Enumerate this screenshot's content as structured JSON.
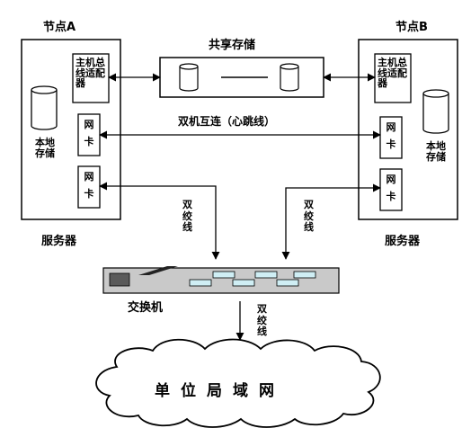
{
  "node_a": {
    "title": "节点A",
    "hba": "主机总线适配器",
    "local_storage": "本地存储",
    "nic1": "网卡",
    "nic2": "网卡",
    "server_label": "服务器"
  },
  "node_b": {
    "title": "节点B",
    "hba": "主机总线适配器",
    "local_storage": "本地存储",
    "nic1": "网卡",
    "nic2": "网卡",
    "server_label": "服务器"
  },
  "shared_storage": {
    "title": "共享存储"
  },
  "heartbeat": {
    "label": "双机互连（心跳线）"
  },
  "cables": {
    "left_twisted_pair": "双绞线",
    "right_twisted_pair": "双绞线",
    "switch_to_lan": "双绞线"
  },
  "switch": {
    "label": "交换机"
  },
  "lan": {
    "label": "单位局域网"
  }
}
